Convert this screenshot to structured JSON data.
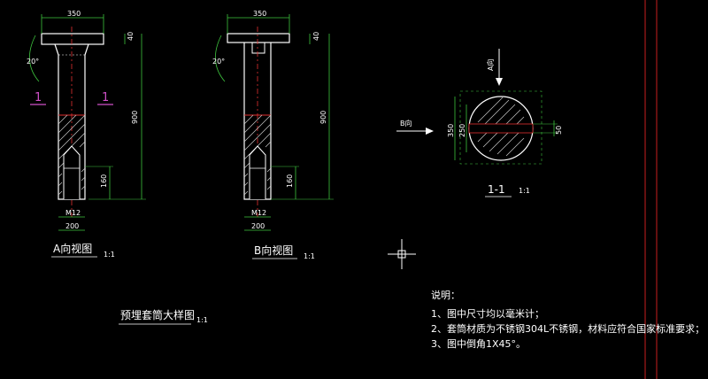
{
  "drawing": {
    "view_a": {
      "title": "A向视图",
      "scale": "1:1",
      "section_mark": "1",
      "dims": {
        "head_width": "350",
        "head_thickness": "40",
        "total_length": "900",
        "thread_depth": "160",
        "thread": "M12",
        "bottom_width": "200",
        "angle": "20°"
      }
    },
    "view_b": {
      "title": "B向视图",
      "scale": "1:1",
      "dims": {
        "head_width": "350",
        "head_thickness": "40",
        "total_length": "900",
        "thread_depth": "160",
        "thread": "M12",
        "bottom_width": "200",
        "angle": "20°"
      }
    },
    "section": {
      "title": "1-1",
      "scale": "1:1",
      "arrow_a": "A向",
      "arrow_b": "B向",
      "dims": {
        "height": "350",
        "inner": "250",
        "slot": "50"
      }
    },
    "detail": {
      "title": "预埋套筒大样图",
      "scale": "1:1"
    },
    "notes": {
      "heading": "说明：",
      "items": [
        "1、图中尺寸均以毫米计；",
        "2、套筒材质为不锈钢304L不锈钢，材料应符合国家标准要求；",
        "3、图中倒角1X45°。"
      ]
    },
    "colors": {
      "background": "#000000",
      "outline": "#ffffff",
      "dimension": "#3ec43e",
      "section_mark": "#d050c8",
      "hidden": "#e03030",
      "hatch": "#c8c8c8",
      "border": "#c81e1e"
    }
  }
}
